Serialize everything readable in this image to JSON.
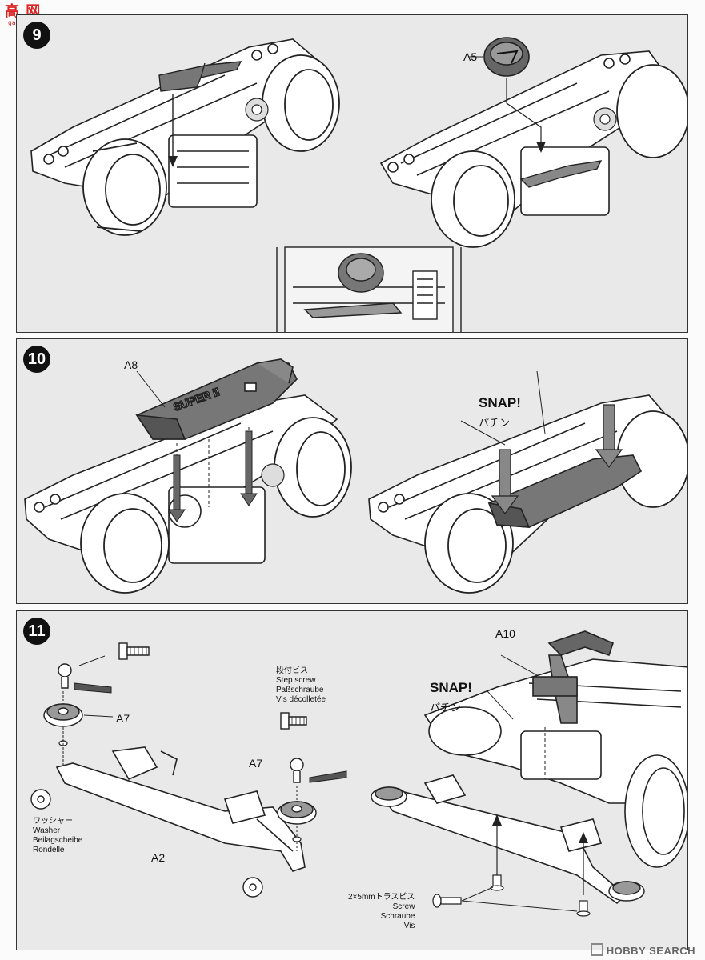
{
  "watermark": {
    "main": "高 网",
    "sub": "gao-shop.com"
  },
  "step9": {
    "number": "9",
    "part_label": "A5"
  },
  "step10": {
    "number": "10",
    "part_label": "A8",
    "snap_en": "SNAP!",
    "snap_jp": "パチン",
    "cover_text": "SUPER II"
  },
  "step11": {
    "number": "11",
    "labels": {
      "a7_left": "A7",
      "a7_right": "A7",
      "a2": "A2",
      "a10": "A10",
      "snap_en": "SNAP!",
      "snap_jp": "パチン"
    },
    "step_screw": [
      "段付ビス",
      "Step screw",
      "Paßschraube",
      "Vis décolletée"
    ],
    "washer": [
      "ワッシャー",
      "Washer",
      "Beilagscheibe",
      "Rondelle"
    ],
    "screw": [
      "2×5mmトラスビス",
      "Screw",
      "Schraube",
      "Vis"
    ]
  },
  "footer": {
    "brand": "HOBBY SEARCH"
  }
}
